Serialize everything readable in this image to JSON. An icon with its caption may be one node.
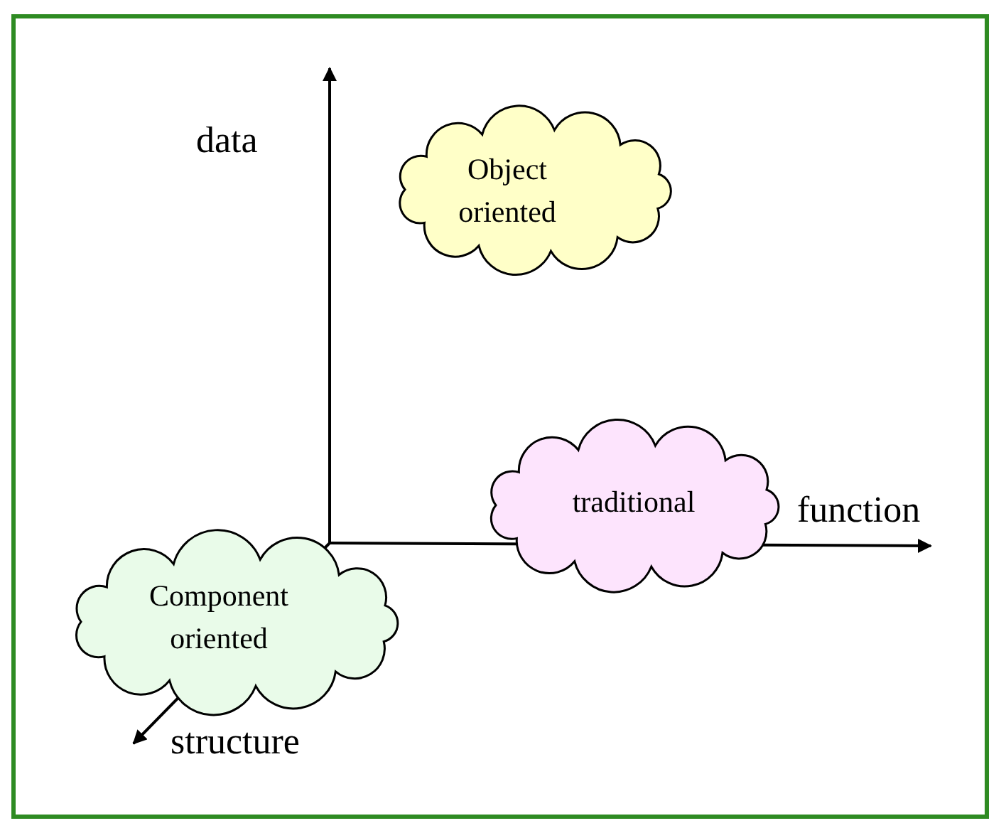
{
  "diagram": {
    "nodes": [
      {
        "text": [
          "Object oriented"
        ]
      },
      {
        "text": [
          "traditional"
        ]
      },
      {
        "text": [
          "Component oriented"
        ]
      }
    ],
    "labels": [
      "data",
      "function",
      "structure"
    ]
  }
}
